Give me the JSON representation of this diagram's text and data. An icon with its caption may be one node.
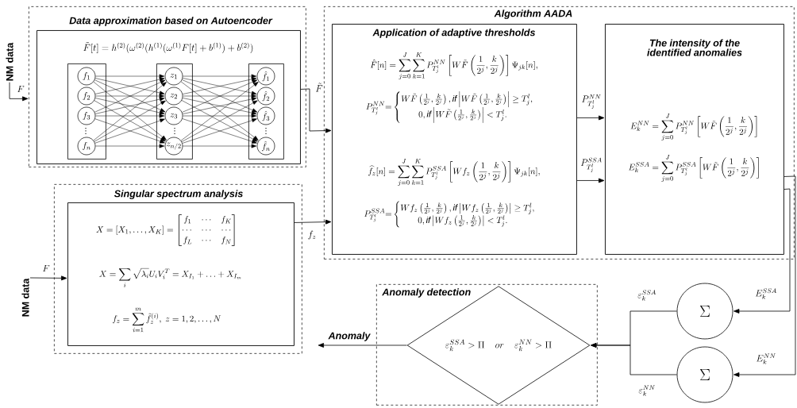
{
  "diagram": {
    "nodes": [
      {
        "text": [
          "Data approximation based on Autoencoder"
        ]
      },
      {
        "text": [
          "\\tilde{F}[t]=h^{(2)}(\\omega^{(2)}(h^{(1)}(\\omega^{(1)}F[t]+b^{(1)})+b^{(2)})"
        ],
        "in": 0
      },
      {
        "text": [],
        "shape": "box",
        "in": 1
      },
      {
        "text": [],
        "shape": "box",
        "in": 1
      },
      {
        "text": [],
        "shape": "box",
        "in": 1
      },
      {
        "text": [
          "f_1"
        ],
        "in": 2
      },
      {
        "text": [
          "f_2"
        ],
        "in": 2
      },
      {
        "text": [
          "f_3"
        ],
        "in": 2
      },
      {
        "text": [
          "f_n"
        ],
        "in": 2
      },
      {
        "text": [
          "z_1"
        ],
        "in": 3
      },
      {
        "text": [
          "z_2"
        ],
        "in": 3
      },
      {
        "text": [
          "z_3"
        ],
        "in": 3
      },
      {
        "text": [
          "z_{n/2}"
        ],
        "in": 3
      },
      {
        "text": [
          "\\hat{f}_1"
        ],
        "in": 4
      },
      {
        "text": [
          "\\hat{f}_2"
        ],
        "in": 4
      },
      {
        "text": [
          "\\hat{f}_3"
        ],
        "in": 4
      },
      {
        "text": [
          "\\hat{f}_n"
        ],
        "in": 4
      },
      {
        "text": [
          "Algorithm AADA"
        ]
      },
      {
        "text": [
          "Application of adaptive thresholds",
          "\\hat{F}[n]=\\sum_{j=0}^{J}\\sum_{k=1}^{K}P_{T_j^l}^{NN}\\left[W\\tilde{F}\\left(\\frac{1}{2^j},\\frac{k}{2^j}\\right)\\right]\\Psi_{jk}[n],",
          "P_{T_j^l}^{NN}{=}\\begin{cases}W\\tilde{F}\\left(\\tfrac{1}{2^j},\\tfrac{k}{2^j}\\right),\\mathit{if}\\left|W\\tilde{F}\\left(\\tfrac{1}{2^j},\\tfrac{k}{2^j}\\right)\\right|\\geq T_j^l,\\\\ \\qquad 0,\\mathit{if}\\left|W\\tilde{F}\\left(\\tfrac{1}{2^j},\\tfrac{k}{2^j}\\right)\\right|<T_j^l.\\end{cases}",
          "\\widehat{f_z}[n]=\\sum_{j=0}^{J}\\sum_{k=1}^{K}P_{T_j^l}^{SSA}\\left[Wf_z\\left(\\frac{1}{2^j},\\frac{k}{2^j}\\right)\\right]\\Psi_{jk}[n],",
          "P_{T_j^l}^{SSA}{=}\\begin{cases}Wf_z\\left(\\tfrac{1}{2^j},\\tfrac{k}{2^j}\\right),\\mathit{if}\\left|Wf_z\\left(\\tfrac{1}{2^j},\\tfrac{k}{2^j}\\right)\\right|\\geq T_j^l,\\\\ \\qquad 0,\\mathit{if}\\left|Wf_z\\left(\\tfrac{1}{2^j},\\tfrac{k}{2^j}\\right)\\right|<T_j^l.\\end{cases}"
        ],
        "in": 17
      },
      {
        "text": [
          "The intensity of the identified anomalies",
          "E_k^{NN}=\\sum_{j=0}^{J}P_{T_j^l}^{NN}\\left[W\\tilde{F}\\left(\\frac{1}{2^j},\\frac{k}{2^j}\\right)\\right]",
          "E_k^{SSA}=\\sum_{j=0}^{J}P_{T_j^l}^{SSA}\\left[W\\tilde{F}\\left(\\frac{1}{2^j},\\frac{k}{2^j}\\right)\\right]"
        ],
        "in": 17
      },
      {
        "text": [
          "Singular spectrum analysis"
        ]
      },
      {
        "text": [
          "X=[X_1,\\ldots,X_K]=\\begin{bmatrix}f_1&\\cdots&f_K\\\\ \\cdots&\\cdots&\\cdots\\\\ f_L&\\cdots&f_N\\end{bmatrix}",
          "X=\\sum_i\\sqrt{\\lambda_i}U_iV_i^T=X_{I_1}+\\ldots+X_{I_m}",
          "f_z=\\sum_{i=1}^{m}\\tilde{f}_z^{(i)},\\ z=1,2,\\ldots,N"
        ],
        "in": 20
      },
      {
        "text": [
          "Anomaly detection"
        ]
      },
      {
        "text": [
          "\\varepsilon_k^{SSA}>\\Pi\\quad or\\quad \\varepsilon_k^{NN}>\\Pi"
        ],
        "in": 22
      },
      {
        "text": [
          "\\Sigma"
        ]
      },
      {
        "text": [
          "\\Sigma"
        ]
      },
      {
        "text": [
          "NM data"
        ]
      },
      {
        "text": [
          "NM data"
        ]
      }
    ],
    "edges": [
      {
        "from": 26,
        "to": 0,
        "arrow": "to",
        "label": "F"
      },
      {
        "from": 5,
        "to": 9,
        "arrow": "to"
      },
      {
        "from": 5,
        "to": 10,
        "arrow": "to"
      },
      {
        "from": 5,
        "to": 11,
        "arrow": "to"
      },
      {
        "from": 5,
        "to": 12,
        "arrow": "to"
      },
      {
        "from": 6,
        "to": 9,
        "arrow": "to"
      },
      {
        "from": 6,
        "to": 10,
        "arrow": "to"
      },
      {
        "from": 6,
        "to": 11,
        "arrow": "to"
      },
      {
        "from": 6,
        "to": 12,
        "arrow": "to"
      },
      {
        "from": 7,
        "to": 9,
        "arrow": "to"
      },
      {
        "from": 7,
        "to": 10,
        "arrow": "to"
      },
      {
        "from": 7,
        "to": 11,
        "arrow": "to"
      },
      {
        "from": 7,
        "to": 12,
        "arrow": "to"
      },
      {
        "from": 8,
        "to": 9,
        "arrow": "to"
      },
      {
        "from": 8,
        "to": 10,
        "arrow": "to"
      },
      {
        "from": 8,
        "to": 11,
        "arrow": "to"
      },
      {
        "from": 8,
        "to": 12,
        "arrow": "to"
      },
      {
        "from": 9,
        "to": 13,
        "arrow": "to"
      },
      {
        "from": 9,
        "to": 14,
        "arrow": "to"
      },
      {
        "from": 9,
        "to": 15,
        "arrow": "to"
      },
      {
        "from": 9,
        "to": 16,
        "arrow": "to"
      },
      {
        "from": 10,
        "to": 13,
        "arrow": "to"
      },
      {
        "from": 10,
        "to": 14,
        "arrow": "to"
      },
      {
        "from": 10,
        "to": 15,
        "arrow": "to"
      },
      {
        "from": 10,
        "to": 16,
        "arrow": "to"
      },
      {
        "from": 11,
        "to": 13,
        "arrow": "to"
      },
      {
        "from": 11,
        "to": 14,
        "arrow": "to"
      },
      {
        "from": 11,
        "to": 15,
        "arrow": "to"
      },
      {
        "from": 11,
        "to": 16,
        "arrow": "to"
      },
      {
        "from": 12,
        "to": 13,
        "arrow": "to"
      },
      {
        "from": 12,
        "to": 14,
        "arrow": "to"
      },
      {
        "from": 12,
        "to": 15,
        "arrow": "to"
      },
      {
        "from": 12,
        "to": 16,
        "arrow": "to"
      },
      {
        "from": 1,
        "to": 18,
        "arrow": "to",
        "label": "\\tilde{F}"
      },
      {
        "from": 21,
        "to": 18,
        "arrow": "to",
        "label": "f_z"
      },
      {
        "from": 18,
        "to": 19,
        "arrow": "to",
        "label": "P_{T_j^l}^{NN}"
      },
      {
        "from": 18,
        "to": 19,
        "arrow": "to",
        "label": "P_{T_j^l}^{SSA}"
      },
      {
        "from": 19,
        "to": 24,
        "arrow": "to",
        "label": "E_k^{SSA}"
      },
      {
        "from": 19,
        "to": 25,
        "arrow": "to",
        "label": "E_k^{NN}"
      },
      {
        "from": 24,
        "to": 23,
        "arrow": "to",
        "label": "\\varepsilon_k^{SSA}"
      },
      {
        "from": 25,
        "to": 23,
        "arrow": "to",
        "label": "\\varepsilon_k^{NN}"
      },
      {
        "from": 23,
        "to": null,
        "arrow": "to",
        "label": "Anomaly"
      },
      {
        "from": 27,
        "to": 21,
        "arrow": "to",
        "label": "F"
      }
    ],
    "labels": [
      "⋮",
      "⋮",
      "⋮"
    ]
  }
}
